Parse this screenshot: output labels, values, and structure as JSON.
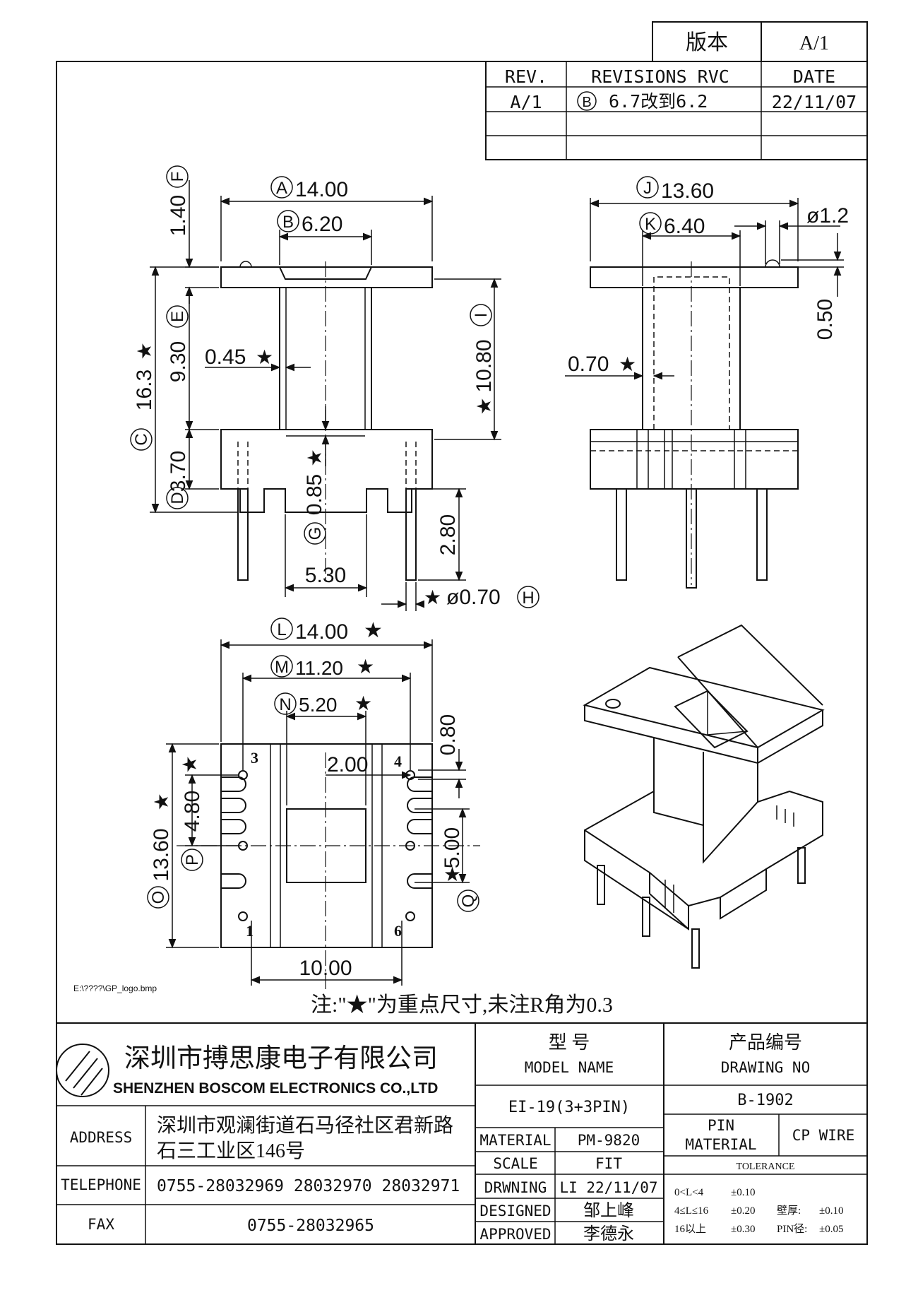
{
  "revision_box": {
    "version_label": "版本",
    "version_value": "A/1",
    "headers": [
      "REV.",
      "REVISIONS RVC",
      "DATE"
    ],
    "row": {
      "rev": "A/1",
      "marker": "B",
      "text": "6.7改到6.2",
      "date": "22/11/07"
    }
  },
  "front_view": {
    "A": "14.00",
    "B": "6.20",
    "F": "1.40",
    "E": "9.30",
    "C": "16.3",
    "D": "3.70",
    "I": "10.80",
    "G": "0.85",
    "wall": "0.45",
    "pin_len": "2.80",
    "base_gap": "5.30",
    "H": "ø0.70",
    "star": "★",
    "letters": {
      "A": "A",
      "B": "B",
      "F": "F",
      "E": "E",
      "C": "C",
      "D": "D",
      "I": "I",
      "G": "G",
      "H": "H"
    }
  },
  "side_view": {
    "J": "13.60",
    "K": "6.40",
    "pin_dia": "ø1.2",
    "hole_depth": "0.50",
    "wall": "0.70",
    "letters": {
      "J": "J",
      "K": "K"
    }
  },
  "bottom_view": {
    "L": "14.00",
    "M": "11.20",
    "N": "5.20",
    "O": "13.60",
    "P": "4.80",
    "Q": "5.00",
    "top_off": "0.80",
    "center": "2.00",
    "pitch": "10.00",
    "pins": [
      "3",
      "4",
      "1",
      "6"
    ],
    "letters": {
      "L": "L",
      "M": "M",
      "N": "N",
      "O": "O",
      "P": "P",
      "Q": "Q"
    }
  },
  "logo_path": "E:\\????\\GP_logo.bmp",
  "note": "注:\"★\"为重点尺寸,未注R角为0.3",
  "company": {
    "name_cn": "深圳市搏思康电子有限公司",
    "name_en": "SHENZHEN BOSCOM ELECTRONICS CO.,LTD",
    "address_label": "ADDRESS",
    "address_line1": "深圳市观澜街道石马径社区君新路",
    "address_line2": "石三工业区146号",
    "telephone_label": "TELEPHONE",
    "telephone": "0755-28032969 28032970 28032971",
    "fax_label": "FAX",
    "fax": "0755-28032965"
  },
  "title_block": {
    "model_cn": "型      号",
    "model_en": "MODEL NAME",
    "model_value": "EI-19(3+3PIN)",
    "drawing_cn": "产品编号",
    "drawing_en": "DRAWING NO",
    "drawing_value": "B-1902",
    "material_label": "MATERIAL",
    "material_value": "PM-9820",
    "scale_label": "SCALE",
    "scale_value": "FIT",
    "drawing_label": "DRWNING",
    "drawing_by": "LI 22/11/07",
    "designed_label": "DESIGNED",
    "designed_by": "邹上峰",
    "approved_label": "APPROVED",
    "approved_by": "李德永",
    "pin_material_1": "PIN",
    "pin_material_2": "MATERIAL",
    "pin_material_value": "CP WIRE",
    "tolerance_label": "TOLERANCE",
    "tol_1_range": "0<L<4",
    "tol_1": "±0.10",
    "tol_2_range": "4≤L≤16",
    "tol_2": "±0.20",
    "tol_3_range": "16以上",
    "tol_3": "±0.30",
    "wall_label": "壁厚:",
    "wall_tol": "±0.10",
    "pin_dia_label": "PIN径:",
    "pin_dia_tol": "±0.05"
  }
}
